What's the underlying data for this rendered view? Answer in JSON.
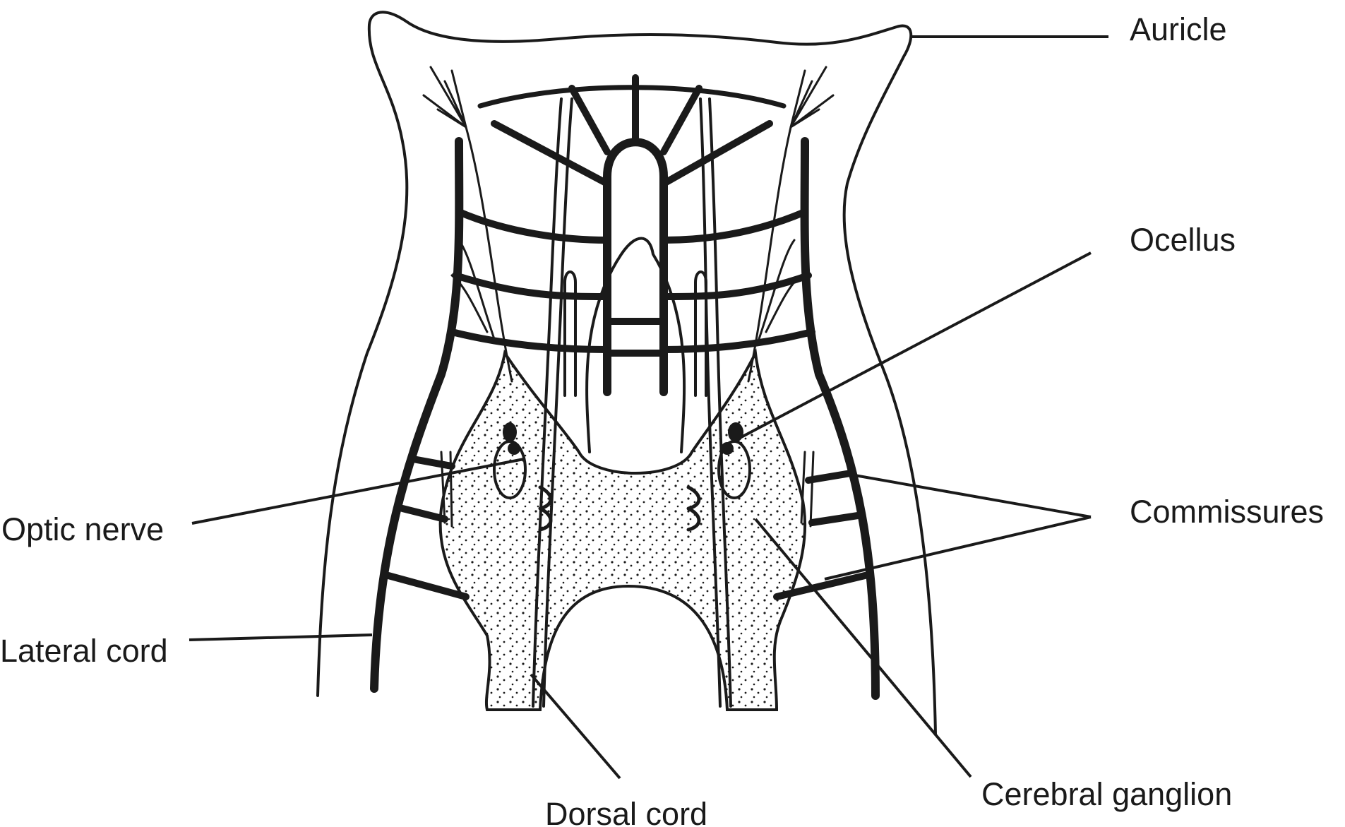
{
  "diagram": {
    "labels": {
      "auricle": "Auricle",
      "ocellus": "Ocellus",
      "commissures": "Commissures",
      "optic_nerve": "Optic nerve",
      "lateral_cord": "Lateral cord",
      "cerebral_ganglion": "Cerebral ganglion",
      "dorsal_cord": "Dorsal cord"
    },
    "colors": {
      "ink": "#1a1a1a",
      "background": "#ffffff"
    }
  }
}
